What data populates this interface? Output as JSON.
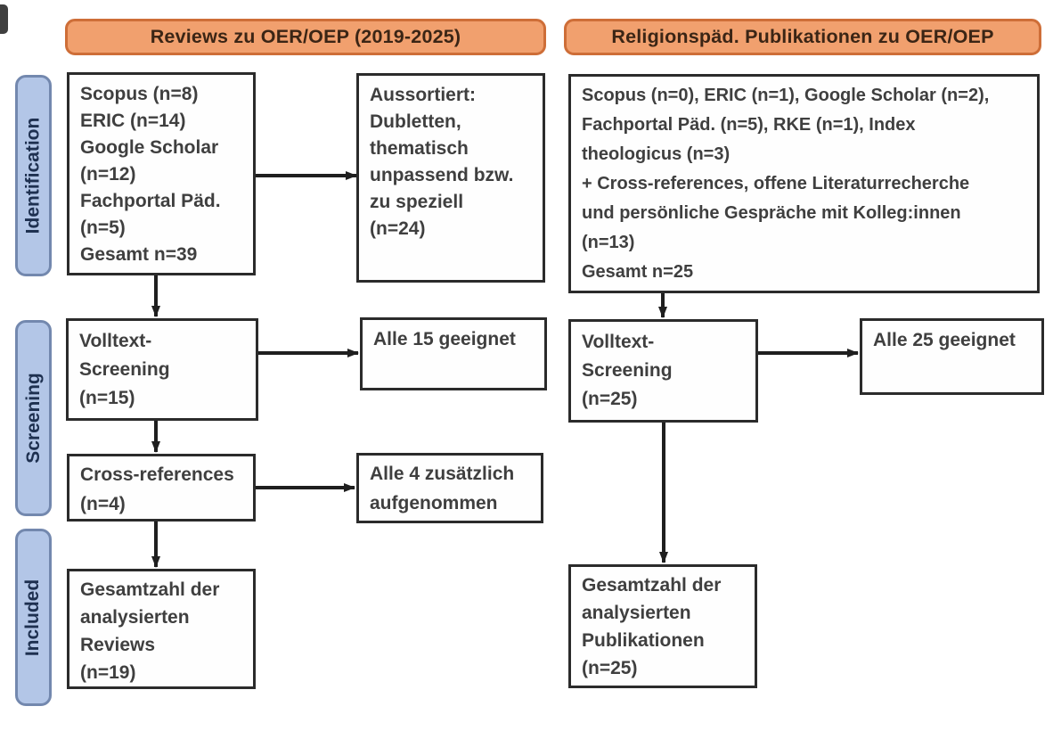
{
  "columns": [
    {
      "header": "Reviews zu OER/OEP (2019-2025)"
    },
    {
      "header": "Religionspäd. Publikationen zu OER/OEP"
    }
  ],
  "stages": [
    {
      "label": "Identification"
    },
    {
      "label": "Screening"
    },
    {
      "label": "Included"
    }
  ],
  "boxes": {
    "reviews_sources": {
      "text": "Scopus (n=8)\nERIC (n=14)\nGoogle Scholar\n(n=12)\nFachportal Päd.\n(n=5)\nGesamt n=39"
    },
    "reviews_excluded": {
      "text": "Aussortiert:\nDubletten,\nthematisch\nunpassend bzw.\nzu speziell\n(n=24)"
    },
    "reviews_fulltext": {
      "text": "Volltext-\nScreening\n(n=15)"
    },
    "reviews_fulltext_result": {
      "text": "Alle 15 geeignet"
    },
    "reviews_crossref": {
      "text": "Cross-references\n(n=4)"
    },
    "reviews_crossref_result": {
      "text": "Alle 4 zusätzlich\naufgenommen"
    },
    "reviews_included": {
      "text": "Gesamtzahl der\nanalysierten\nReviews\n(n=19)"
    },
    "relpaed_sources": {
      "text": "Scopus (n=0), ERIC (n=1), Google Scholar (n=2),\nFachportal Päd. (n=5), RKE (n=1), Index\ntheologicus (n=3)\n+ Cross-references, offene Literaturrecherche\nund persönliche Gespräche mit Kolleg:innen\n(n=13)\nGesamt n=25"
    },
    "relpaed_fulltext": {
      "text": "Volltext-\nScreening\n(n=25)"
    },
    "relpaed_fulltext_result": {
      "text": "Alle 25 geeignet"
    },
    "relpaed_included": {
      "text": "Gesamtzahl der\nanalysierten\nPublikationen\n(n=25)"
    }
  },
  "colors": {
    "header_fill": "#F1A06E",
    "header_border": "#CE6E38",
    "stage_fill": "#B3C6E7",
    "stage_border": "#7388AE",
    "box_fill": "#FEFEFE",
    "box_border": "#2B2B2B",
    "box_text": "#3F3F3F",
    "arrow": "#1F1F1F"
  }
}
